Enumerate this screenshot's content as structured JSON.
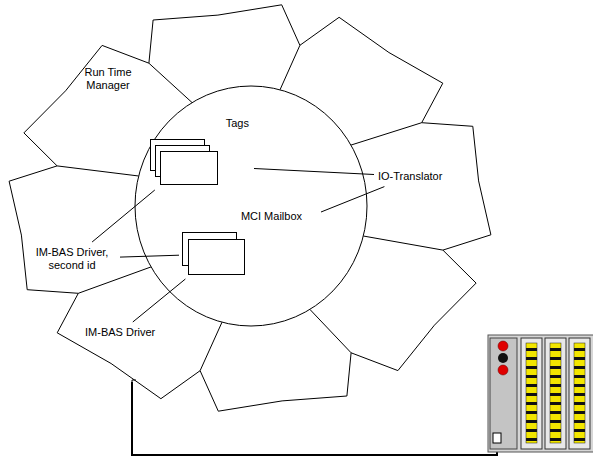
{
  "diagram": {
    "nodes": [
      {
        "text": [
          "Run Time Manager"
        ]
      },
      {
        "text": [
          "IO-Translator"
        ]
      },
      {
        "text": [
          "Tags"
        ]
      },
      {
        "text": [
          "MCI Mailbox"
        ]
      },
      {
        "text": [
          "IM-BAS Driver, second id"
        ]
      },
      {
        "text": [
          "IM-BAS Driver"
        ]
      }
    ],
    "edges": [
      {
        "from": 1,
        "to": 2,
        "arrow": "none"
      },
      {
        "from": 1,
        "to": 3,
        "arrow": "none"
      },
      {
        "from": 4,
        "to": 2,
        "arrow": "none"
      },
      {
        "from": 4,
        "to": 3,
        "arrow": "none"
      },
      {
        "from": 5,
        "to": 3,
        "arrow": "none"
      }
    ]
  }
}
